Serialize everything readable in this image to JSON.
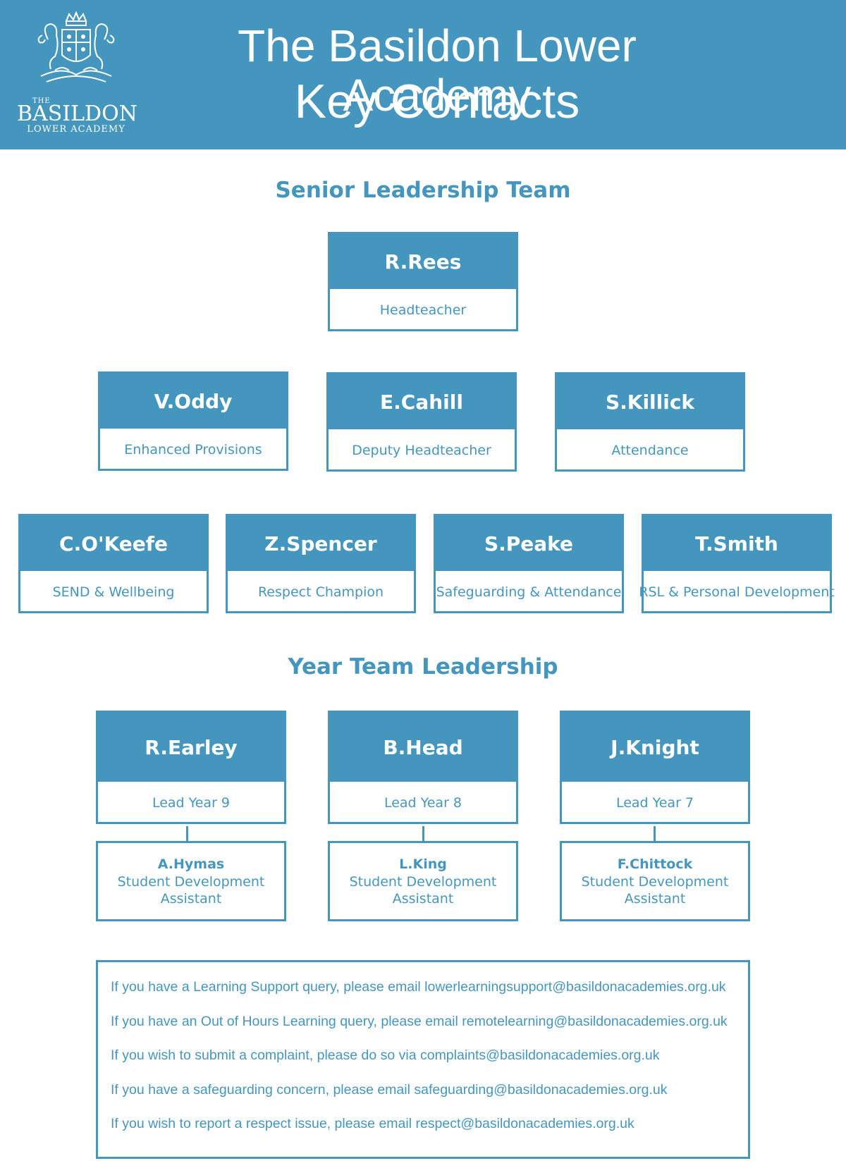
{
  "header": {
    "title_line1": "The Basildon Lower Academy",
    "title_line2": "Key Contacts",
    "logo": {
      "the": "THE",
      "main": "BASILDON",
      "sub": "LOWER ACADEMY"
    }
  },
  "senior": {
    "title": "Senior Leadership Team",
    "members": [
      {
        "name": "R.Rees",
        "role": "Headteacher"
      },
      {
        "name": "V.Oddy",
        "role": "Enhanced Provisions"
      },
      {
        "name": "E.Cahill",
        "role": "Deputy Headteacher"
      },
      {
        "name": "S.Killick",
        "role": "Attendance"
      },
      {
        "name": "C.O'Keefe",
        "role": "SEND & Wellbeing"
      },
      {
        "name": "Z.Spencer",
        "role": "Respect Champion"
      },
      {
        "name": "S.Peake",
        "role": "Safeguarding & Attendance"
      },
      {
        "name": "T.Smith",
        "role": "RSL & Personal Development"
      }
    ]
  },
  "year": {
    "title": "Year Team Leadership",
    "leads": [
      {
        "name": "R.Earley",
        "role": "Lead Year 9",
        "assistant": {
          "name": "A.Hymas",
          "role": "Student Development Assistant"
        }
      },
      {
        "name": "B.Head",
        "role": "Lead Year 8",
        "assistant": {
          "name": "L.King",
          "role": "Student Development Assistant"
        }
      },
      {
        "name": "J.Knight",
        "role": "Lead Year 7",
        "assistant": {
          "name": "F.Chittock",
          "role": "Student Development Assistant"
        }
      }
    ]
  },
  "info": [
    "If you have a Learning Support query, please email lowerlearningsupport@basildonacademies.org.uk",
    "If you have an Out of Hours Learning query, please email remotelearning@basildonacademies.org.uk",
    "If you wish to submit a complaint, please do so via complaints@basildonacademies.org.uk",
    "If you have a safeguarding concern, please email safeguarding@basildonacademies.org.uk",
    "If you wish to report a respect issue, please email respect@basildonacademies.org.uk"
  ],
  "colors": {
    "brand": "#4596bf",
    "background": "#ffffff"
  },
  "icons": [
    "crest-logo-icon"
  ]
}
